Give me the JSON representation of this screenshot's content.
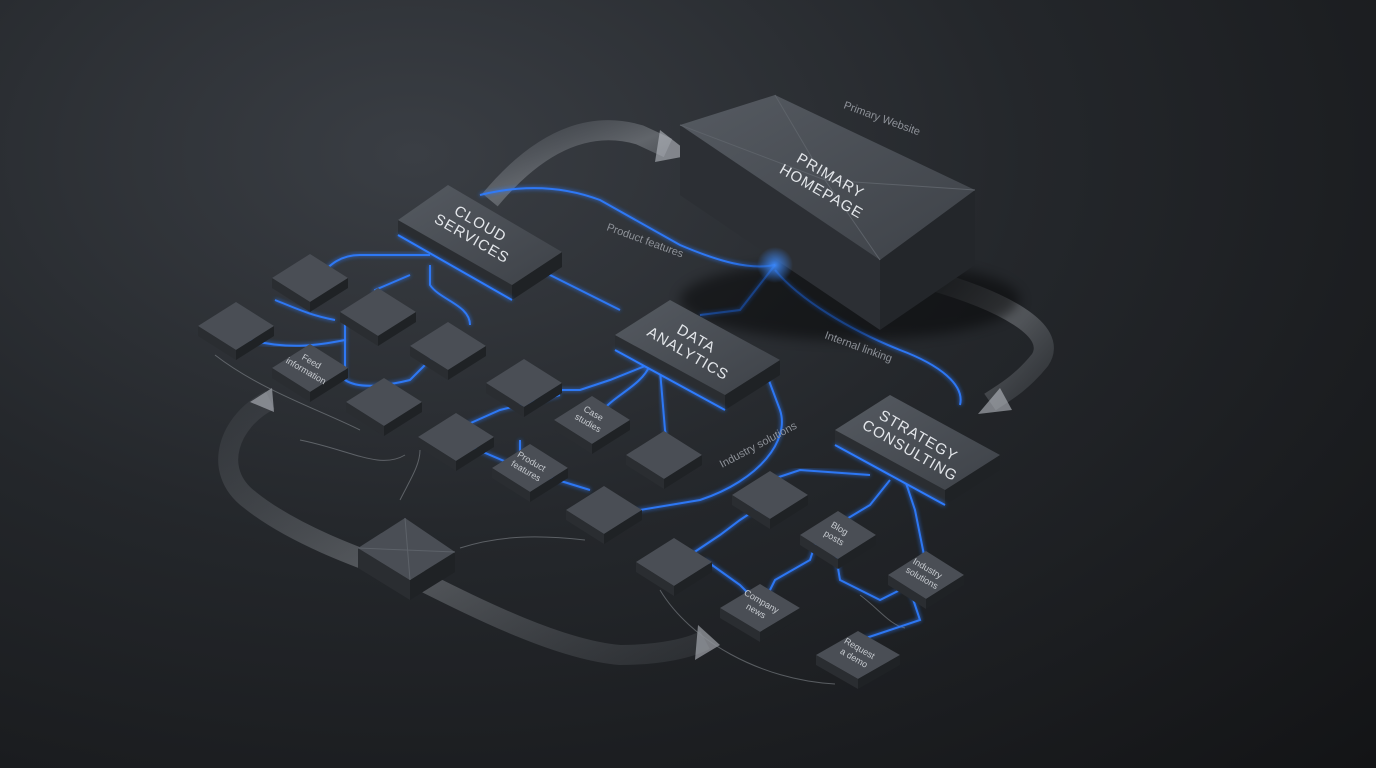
{
  "nodes": {
    "primary_homepage": {
      "label_lines": [
        "PRIMARY",
        "HOMEPAGE"
      ]
    },
    "cloud_services": {
      "label_lines": [
        "CLOUD",
        "SERVICES"
      ]
    },
    "data_analytics": {
      "label_lines": [
        "DATA",
        "ANALYTICS"
      ]
    },
    "strategy_consulting": {
      "label_lines": [
        "STRATEGY",
        "CONSULTING"
      ]
    }
  },
  "small_nodes": {
    "feed_information": {
      "label_lines": [
        "Feed",
        "information"
      ]
    },
    "case_studies": {
      "label_lines": [
        "Case",
        "studies"
      ]
    },
    "product_features": {
      "label_lines": [
        "Product",
        "features"
      ]
    },
    "blog_posts": {
      "label_lines": [
        "Blog",
        "posts"
      ]
    },
    "industry_solutions": {
      "label_lines": [
        "Industry",
        "solutions"
      ]
    },
    "company_news": {
      "label_lines": [
        "Company",
        "news"
      ]
    },
    "request_demo": {
      "label_lines": [
        "Request",
        "a demo"
      ]
    }
  },
  "annotations": {
    "primary_website": "Primary Website",
    "product_features": "Product features",
    "internal_linking": "Internal linking",
    "industry_solutions": "Industry solutions"
  },
  "colors": {
    "accent_glow": "#2f7cff",
    "block_top": "#4a4e55",
    "background": "#1c1e21"
  }
}
